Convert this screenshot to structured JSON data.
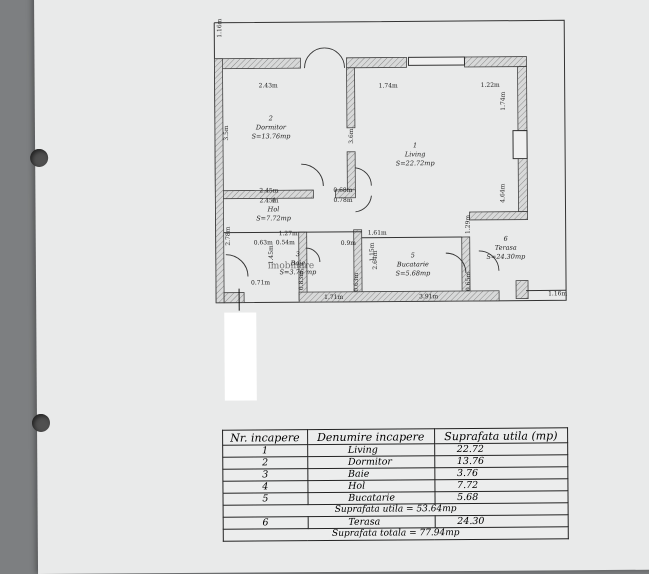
{
  "watermark": "imobiliare",
  "plan": {
    "rooms": [
      {
        "num": "2",
        "name": "Dormitor",
        "area": "S=13.76mp"
      },
      {
        "num": "1",
        "name": "Living",
        "area": "S=22.72mp"
      },
      {
        "num": "4",
        "name": "Hol",
        "area": "S=7.72mp"
      },
      {
        "num": "3",
        "name": "Baie",
        "area": "S=3.76 mp"
      },
      {
        "num": "5",
        "name": "Bucatarie",
        "area": "S=5.68mp"
      },
      {
        "num": "6",
        "name": "Terasa",
        "area": "S=24.30mp"
      }
    ],
    "dims": [
      "2.43m",
      "3.5m",
      "2.45m",
      "2.45m",
      "0.68m",
      "0.78m",
      "3.6m",
      "1.74m",
      "1.22m",
      "1.74m",
      "4.64m",
      "1.27m",
      "0.63m",
      "0.54m",
      "1.61m",
      "0.9m",
      "1.45m",
      "2.78m",
      "1.15m",
      "0.71m",
      "0.83m",
      "1.71m",
      "0.63m",
      "2.64m",
      "3.91m",
      "1.29m",
      "0.65m",
      "1.16m",
      "1.16m"
    ]
  },
  "table": {
    "headers": [
      "Nr. incapere",
      "Denumire incapere",
      "Suprafata utila (mp)"
    ],
    "rows": [
      {
        "nr": "1",
        "name": "Living",
        "area": "22.72"
      },
      {
        "nr": "2",
        "name": "Dormitor",
        "area": "13.76"
      },
      {
        "nr": "3",
        "name": "Baie",
        "area": "3.76"
      },
      {
        "nr": "4",
        "name": "Hol",
        "area": "7.72"
      },
      {
        "nr": "5",
        "name": "Bucatarie",
        "area": "5.68"
      }
    ],
    "subtotal": "Suprafata utila = 53.64mp",
    "terasa": {
      "nr": "6",
      "name": "Terasa",
      "area": "24.30"
    },
    "total": "Suprafata totala = 77.94mp"
  }
}
